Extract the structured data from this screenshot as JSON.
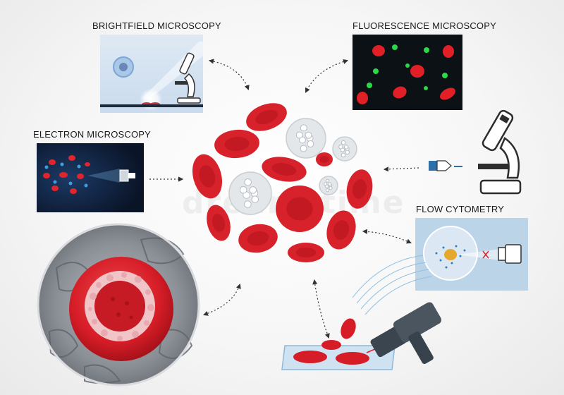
{
  "labels": {
    "brightfield": "BRIGHTFIELD MICROSCOPY",
    "fluorescence": "FLUORESCENCE MICROSCOPY",
    "electron": "ELECTRON MICROSCOPY",
    "flow": "FLOW CYTOMETRY"
  },
  "watermark": "dreamstime",
  "colors": {
    "red_cell": "#d8222b",
    "red_cell_dark": "#b5141d",
    "white_cell": "#e4e7ea",
    "panel_blue": "#bcd4e8",
    "fluor_bg": "#0b1114",
    "electron_bg": "#0d1a33",
    "connector": "#333333"
  },
  "icons": {
    "microscope": "microscope-icon",
    "light_source": "light-source-icon",
    "laser": "laser-icon",
    "camera": "camera-icon"
  }
}
